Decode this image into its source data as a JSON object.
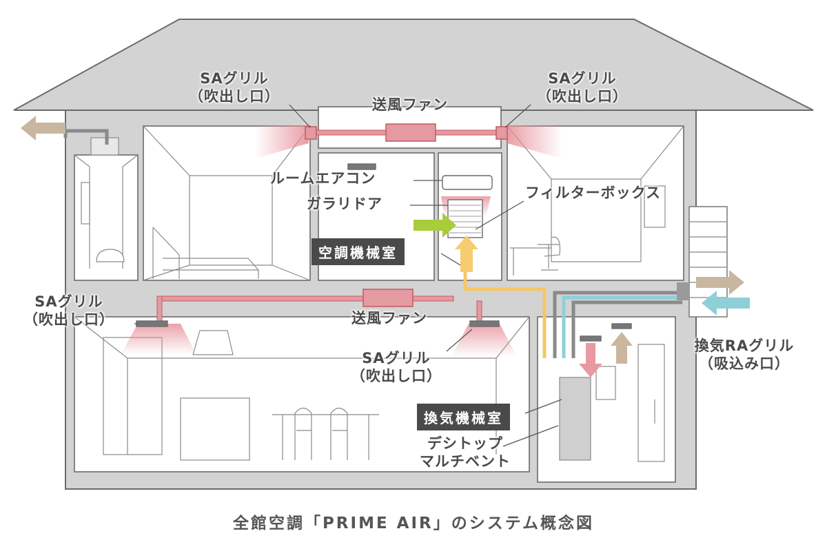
{
  "caption": "全館空調「PRIME AIR」のシステム概念図",
  "labels": {
    "sa_grill_top_left": {
      "line1": "SAグリル",
      "line2": "（吹出し口）"
    },
    "sa_grill_top_right": {
      "line1": "SAグリル",
      "line2": "（吹出し口）"
    },
    "blower_fan_top": "送風ファン",
    "room_aircon": "ルームエアコン",
    "louver_door": "ガラリドア",
    "filter_box": "フィルターボックス",
    "ac_machine_room": "空調機械室",
    "sa_grill_mid_left": {
      "line1": "SAグリル",
      "line2": "（吹出し口）"
    },
    "blower_fan_bottom": "送風ファン",
    "sa_grill_mid_center": {
      "line1": "SAグリル",
      "line2": "（吹出し口）"
    },
    "ventilation_ra_grill": {
      "line1": "換気RAグリル",
      "line2": "（吸込み口）"
    },
    "ventilation_machine_room": "換気機械室",
    "desitop_multivent": {
      "line1": "デシトップ",
      "line2": "マルチベント"
    }
  },
  "colors": {
    "duct_supply": "#e39aa0",
    "duct_outline": "#c45a63",
    "fresh_air_arrow": "#a8cc3a",
    "warm_air_arrow": "#f6cc6e",
    "exhaust_arrow": "#c8b6a0",
    "intake_arrow": "#8fcfd8",
    "house_gray": "#d3d3d3",
    "line_gray": "#555555",
    "tag_bg": "#4a4a4a"
  }
}
